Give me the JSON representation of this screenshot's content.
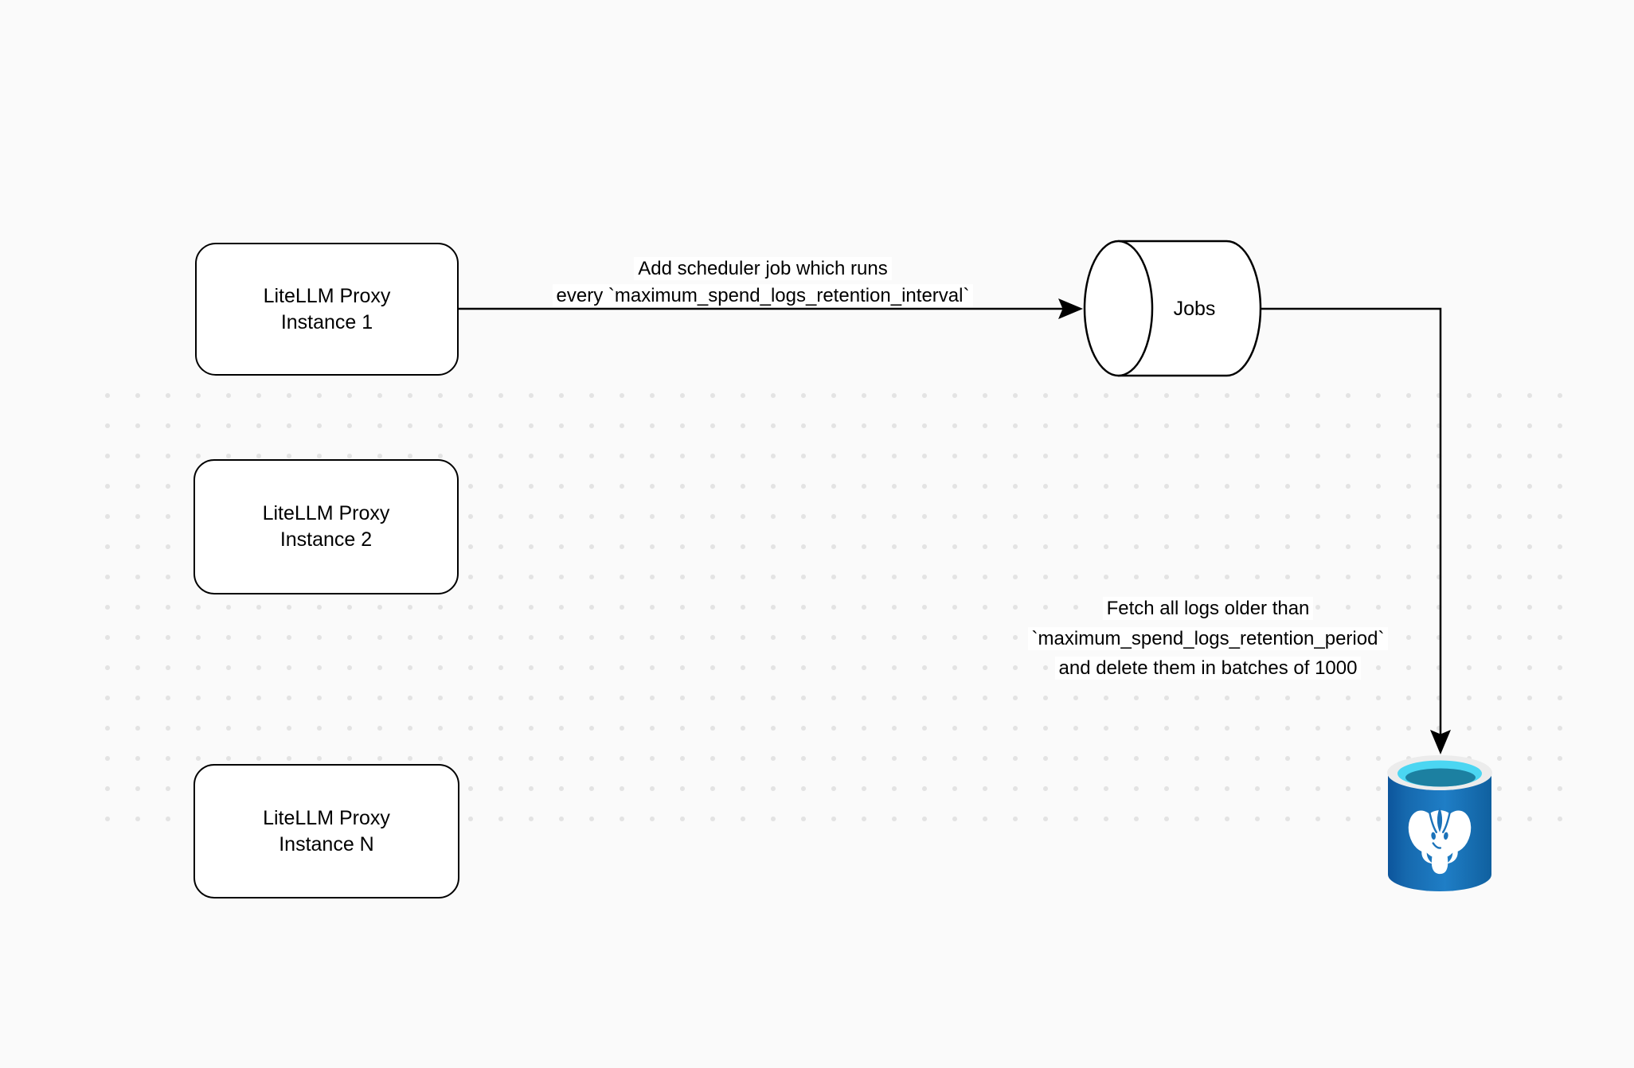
{
  "diagram": {
    "background": {
      "color": "#FAFAFA",
      "dot_color": "#E3E3E3"
    },
    "nodes": [
      {
        "id": "proxy-1",
        "shape": "rounded-rectangle",
        "label": "LiteLLM Proxy\nInstance 1"
      },
      {
        "id": "proxy-2",
        "shape": "rounded-rectangle",
        "label": "LiteLLM Proxy\nInstance 2"
      },
      {
        "id": "proxy-n",
        "shape": "rounded-rectangle",
        "label": "LiteLLM Proxy\nInstance N"
      },
      {
        "id": "jobs",
        "shape": "horizontal-cylinder",
        "label": "Jobs"
      },
      {
        "id": "postgres-db",
        "shape": "postgresql-database-icon",
        "label": ""
      }
    ],
    "edges": [
      {
        "from": "proxy-1",
        "to": "jobs",
        "lines": [
          "Add scheduler job which runs",
          "every `maximum_spend_logs_retention_interval`"
        ]
      },
      {
        "from": "jobs",
        "to": "postgres-db",
        "lines": [
          "Fetch all logs older than",
          "`maximum_spend_logs_retention_period`",
          "and delete them in batches of 1000"
        ]
      }
    ],
    "colors": {
      "shape_stroke": "#000000",
      "shape_fill": "#FFFFFF",
      "postgres_body_blue": "#1B72B9",
      "postgres_body_dark": "#0C559C",
      "postgres_rim": "#ECECEC",
      "postgres_opening_cyan": "#4BD6F2",
      "postgres_opening_teal": "#1C80A1",
      "elephant": "#FFFFFF"
    }
  }
}
